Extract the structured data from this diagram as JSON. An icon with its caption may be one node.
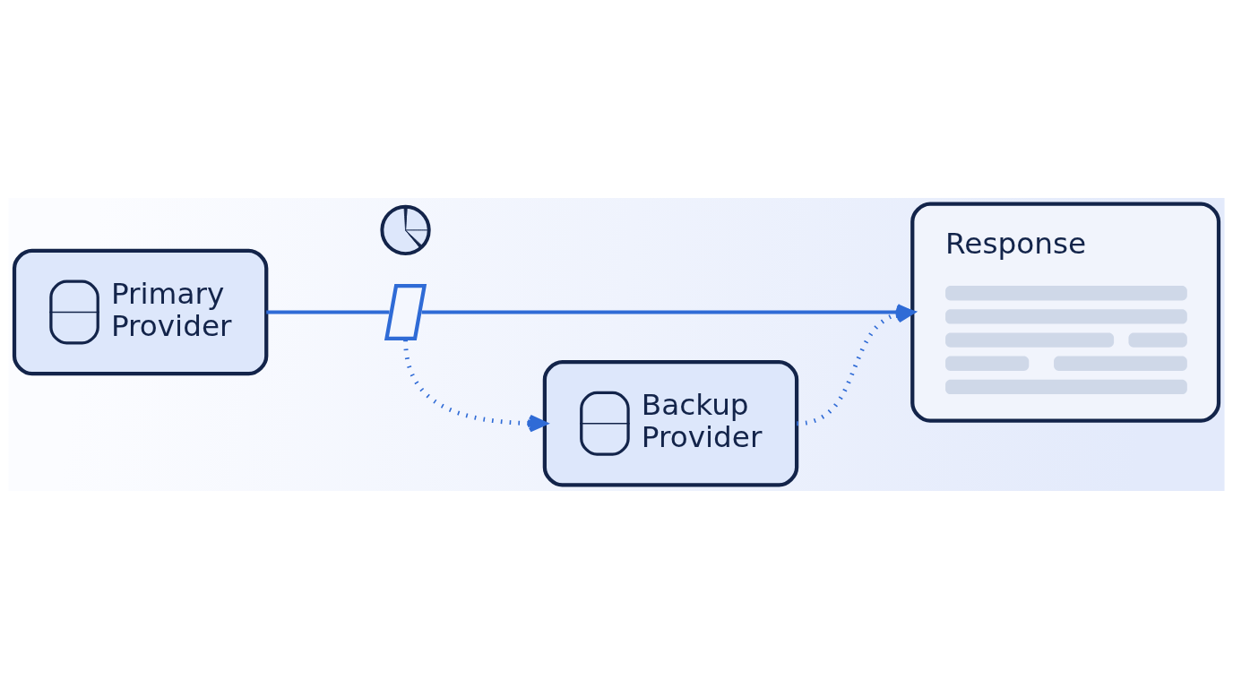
{
  "diagram": {
    "nodes": [
      {
        "text": [
          "Primary Provider"
        ]
      },
      {
        "text": [],
        "shape": "circle"
      },
      {
        "text": [],
        "shape": "picture"
      },
      {
        "text": [
          "Response"
        ]
      },
      {
        "text": [
          "Backup Provider"
        ]
      }
    ],
    "edges": [
      {
        "from": 0,
        "to": 2,
        "arrow": "none"
      },
      {
        "from": 2,
        "to": 3,
        "arrow": "to"
      },
      {
        "from": 2,
        "to": 4,
        "arrow": "to",
        "style": "dashed"
      },
      {
        "from": 4,
        "to": 3,
        "arrow": "to",
        "style": "dashed"
      }
    ]
  }
}
